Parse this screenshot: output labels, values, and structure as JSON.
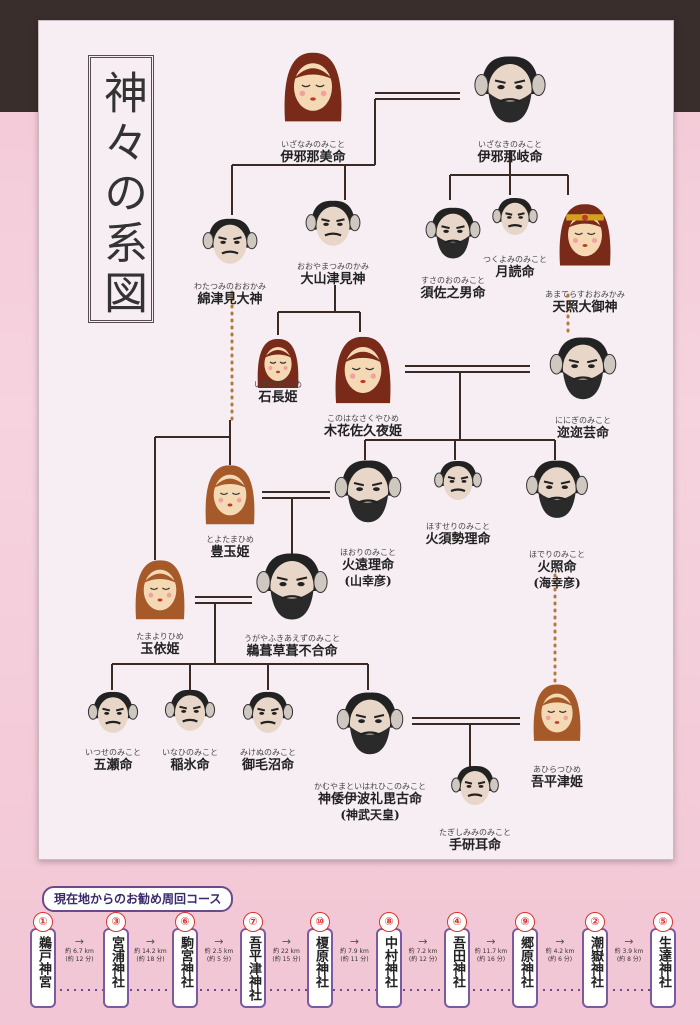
{
  "title": "神々の系図",
  "palette": {
    "line": "#3b2a24",
    "dotted": "#b47a3a",
    "skin_m": "#e8d7c8",
    "skin_f": "#f4d9b4",
    "hair_dark": "#222",
    "hair_red": "#7a2a18",
    "hair_brown": "#a65a2a"
  },
  "people": [
    {
      "id": "izanami",
      "ruby": "いざなみのみこと",
      "name": "伊邪那美命",
      "face": "female-red"
    },
    {
      "id": "izanagi",
      "ruby": "いざなきのみこと",
      "name": "伊邪那岐命",
      "face": "male-full-beard"
    },
    {
      "id": "watatsumi",
      "ruby": "わたつみのおおかみ",
      "name": "綿津見大神",
      "face": "male-mustache"
    },
    {
      "id": "oyamatsumi",
      "ruby": "おおやまつみのかみ",
      "name": "大山津見神",
      "face": "male-mustache"
    },
    {
      "id": "susanoo",
      "ruby": "すさのおのみこと",
      "name": "須佐之男命",
      "face": "male-full-beard"
    },
    {
      "id": "tsukuyomi",
      "ruby": "つくよみのみこと",
      "name": "月読命",
      "face": "male-mustache"
    },
    {
      "id": "amaterasu",
      "ruby": "あまてらすおおみかみ",
      "name": "天照大御神",
      "face": "female-crown"
    },
    {
      "id": "iwanaga",
      "ruby": "いわながひめ",
      "name": "石長姫",
      "face": "female-red"
    },
    {
      "id": "konohana",
      "ruby": "このはなさくやひめ",
      "name": "木花佐久夜姫",
      "face": "female-red"
    },
    {
      "id": "ninigi",
      "ruby": "ににぎのみこと",
      "name": "迩迩芸命",
      "face": "male-full-beard"
    },
    {
      "id": "toyotama",
      "ruby": "とよたまひめ",
      "name": "豊玉姫",
      "face": "female-brown"
    },
    {
      "id": "hoori",
      "ruby": "ほおりのみこと",
      "name": "火遠理命",
      "alias": "(山幸彦)",
      "face": "male-full-beard"
    },
    {
      "id": "hosuseri",
      "ruby": "ほすせりのみこと",
      "name": "火須勢理命",
      "face": "male-mustache"
    },
    {
      "id": "hoderi",
      "ruby": "ほでりのみこと",
      "name": "火照命",
      "alias": "(海幸彦)",
      "face": "male-full-beard"
    },
    {
      "id": "tamayori",
      "ruby": "たまよりひめ",
      "name": "玉依姫",
      "face": "female-brown"
    },
    {
      "id": "ugaya",
      "ruby": "うがやふきあえずのみこと",
      "name": "鵜葺草葺不合命",
      "face": "male-full-beard"
    },
    {
      "id": "itsuse",
      "ruby": "いつせのみこと",
      "name": "五瀬命",
      "face": "male-mustache"
    },
    {
      "id": "inahi",
      "ruby": "いなひのみこと",
      "name": "稲氷命",
      "face": "male-mustache"
    },
    {
      "id": "mikenu",
      "ruby": "みけぬのみこと",
      "name": "御毛沼命",
      "face": "male-mustache"
    },
    {
      "id": "jimmu",
      "ruby": "かむやまといはれひこのみこと",
      "name": "神倭伊波礼毘古命",
      "alias": "(神武天皇)",
      "face": "male-full-beard"
    },
    {
      "id": "ahiratsu",
      "ruby": "あひらつひめ",
      "name": "吾平津姫",
      "face": "female-brown"
    },
    {
      "id": "tagishimimi",
      "ruby": "たぎしみみのみこと",
      "name": "手研耳命",
      "face": "male-mustache"
    }
  ],
  "course": {
    "title": "現在地からのお勧め周回コース",
    "stops": [
      {
        "num": "①",
        "name": "鵜戸神宮"
      },
      {
        "num": "③",
        "name": "宮浦神社"
      },
      {
        "num": "⑥",
        "name": "駒宮神社"
      },
      {
        "num": "⑦",
        "name": "吾平津神社"
      },
      {
        "num": "⑩",
        "name": "榎原神社"
      },
      {
        "num": "⑧",
        "name": "中村神社"
      },
      {
        "num": "④",
        "name": "吾田神社"
      },
      {
        "num": "⑨",
        "name": "郷原神社"
      },
      {
        "num": "②",
        "name": "潮嶽神社"
      },
      {
        "num": "⑤",
        "name": "生達神社"
      }
    ],
    "legs": [
      {
        "dist": "約 6.7 km",
        "time": "(約 12 分)"
      },
      {
        "dist": "約 14.2 km",
        "time": "(約 18 分)"
      },
      {
        "dist": "約 2.5 km",
        "time": "(約 5 分)"
      },
      {
        "dist": "約 22 km",
        "time": "(約 15 分)"
      },
      {
        "dist": "約 7.9 km",
        "time": "(約 11 分)"
      },
      {
        "dist": "約 7.2 km",
        "time": "(約 12 分)"
      },
      {
        "dist": "約 11.7 km",
        "time": "(約 16 分)"
      },
      {
        "dist": "約 4.2 km",
        "time": "(約 6 分)"
      },
      {
        "dist": "約 3.9 km",
        "time": "(約 8 分)"
      }
    ]
  }
}
